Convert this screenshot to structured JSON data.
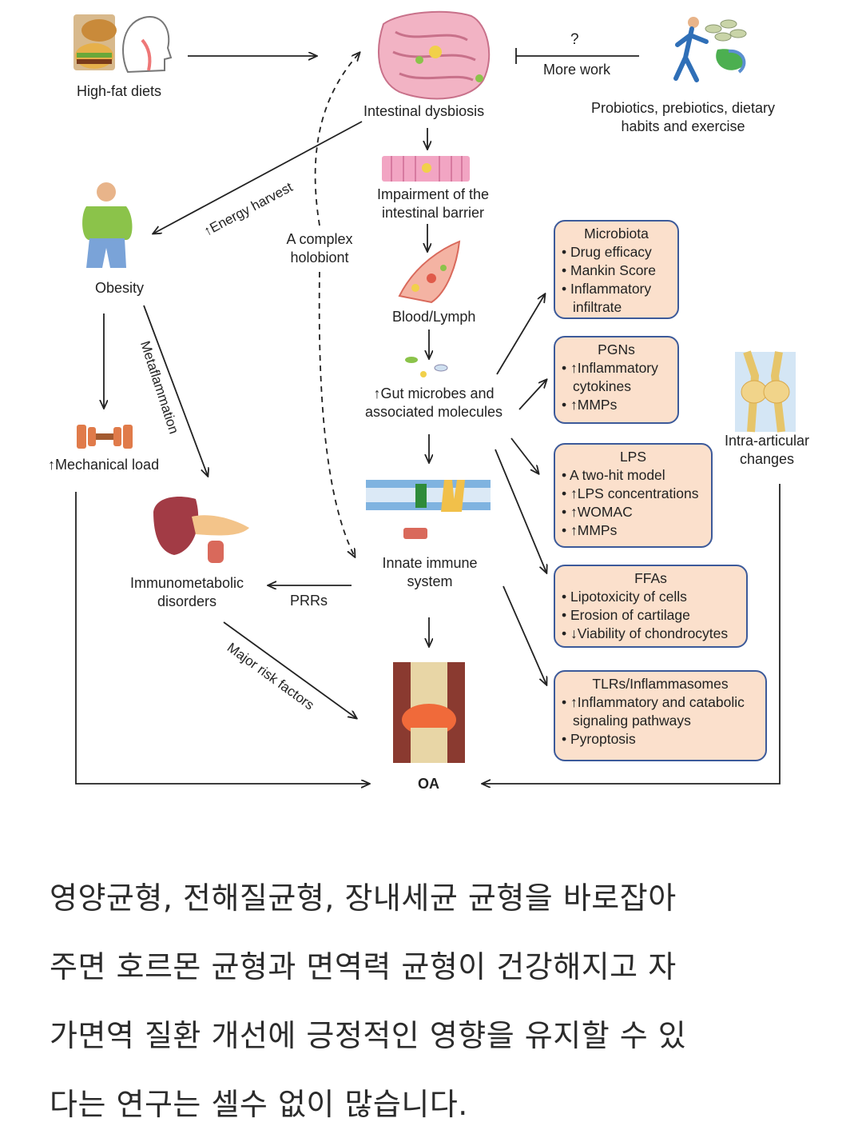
{
  "nodes": {
    "high_fat": [
      "High-fat diets"
    ],
    "dysbiosis": [
      "Intestinal dysbiosis"
    ],
    "more_work_q": "?",
    "more_work": "More work",
    "probiotics": [
      "Probiotics, prebiotics, dietary",
      "habits and exercise"
    ],
    "barrier": [
      "Impairment of the",
      "intestinal barrier"
    ],
    "energy": "↑Energy harvest",
    "holobiont": [
      "A complex",
      "holobiont"
    ],
    "obesity": [
      "Obesity"
    ],
    "blood": [
      "Blood/Lymph"
    ],
    "gut_microbes": [
      "↑Gut microbes and",
      "associated molecules"
    ],
    "metaflammation": "Metaflammation",
    "mechanical": [
      "↑Mechanical load"
    ],
    "innate": [
      "Innate immune",
      "system"
    ],
    "immunometabolic": [
      "Immunometabolic",
      "disorders"
    ],
    "prrs": "PRRs",
    "major_risk": "Major risk factors",
    "intra": [
      "Intra-articular",
      "changes"
    ],
    "oa": "OA"
  },
  "boxes": [
    {
      "title": "Microbiota",
      "items": [
        {
          "b": true,
          "t": "Drug efficacy"
        },
        {
          "b": true,
          "t": "Mankin Score"
        },
        {
          "b": true,
          "t": "Inflammatory"
        },
        {
          "b": false,
          "t": "infiltrate"
        }
      ]
    },
    {
      "title": "PGNs",
      "items": [
        {
          "b": true,
          "t": "↑Inflammatory"
        },
        {
          "b": false,
          "t": "cytokines"
        },
        {
          "b": true,
          "t": "↑MMPs"
        }
      ]
    },
    {
      "title": "LPS",
      "items": [
        {
          "b": true,
          "t": "A two-hit model"
        },
        {
          "b": true,
          "t": "↑LPS concentrations"
        },
        {
          "b": true,
          "t": "↑WOMAC"
        },
        {
          "b": true,
          "t": "↑MMPs"
        }
      ]
    },
    {
      "title": "FFAs",
      "items": [
        {
          "b": true,
          "t": "Lipotoxicity of cells"
        },
        {
          "b": true,
          "t": "Erosion of cartilage"
        },
        {
          "b": true,
          "t": "↓Viability of chondrocytes"
        }
      ]
    },
    {
      "title": "TLRs/Inflammasomes",
      "items": [
        {
          "b": true,
          "t": "↑Inflammatory and catabolic"
        },
        {
          "b": false,
          "t": "signaling pathways"
        },
        {
          "b": true,
          "t": "Pyroptosis"
        }
      ]
    }
  ],
  "caption": [
    "영양균형, 전해질균형, 장내세균 균형을 바로잡아",
    "주면 호르몬 균형과 면역력 균형이 건강해지고 자",
    "가면역 질환 개선에 긍정적인 영향을 유지할 수 있",
    "다는 연구는 셀수 없이 많습니다."
  ],
  "colors": {
    "box_fill": "#fbe0cc",
    "box_border": "#3c5a9a"
  },
  "icons": [
    "burger-icon",
    "head-icon",
    "intestine-icon",
    "runner-icon",
    "probiotic-pills-icon",
    "obese-person-icon",
    "barrier-cells-icon",
    "blood-vessel-icon",
    "microbes-icon",
    "dumbbell-icon",
    "membrane-icon",
    "liver-pancreas-icon",
    "knee-joint-icon",
    "oa-knee-icon"
  ]
}
